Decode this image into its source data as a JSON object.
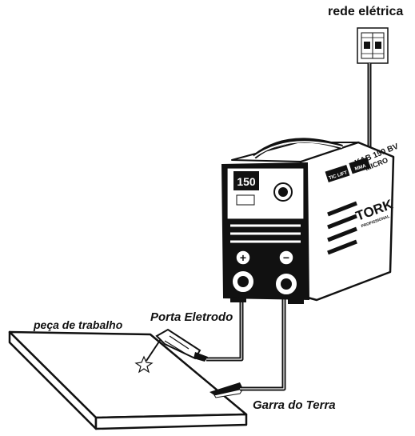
{
  "labels": {
    "mains": "rede elétrica",
    "workpiece": "peça de trabalho",
    "electrode_holder": "Porta Eletrodo",
    "ground_clamp": "Garra do Terra"
  },
  "machine": {
    "model": "KAB 150 BV",
    "model_sub": "MICRO",
    "display_value": "150",
    "mode_tig": "TIC LIFT",
    "mode_mma": "MMA",
    "brand": "TORK",
    "brand_sub": "PROFISSIONAL",
    "plus_symbol": "+",
    "minus_symbol": "−"
  },
  "colors": {
    "line": "#111111",
    "fill": "#ffffff"
  }
}
